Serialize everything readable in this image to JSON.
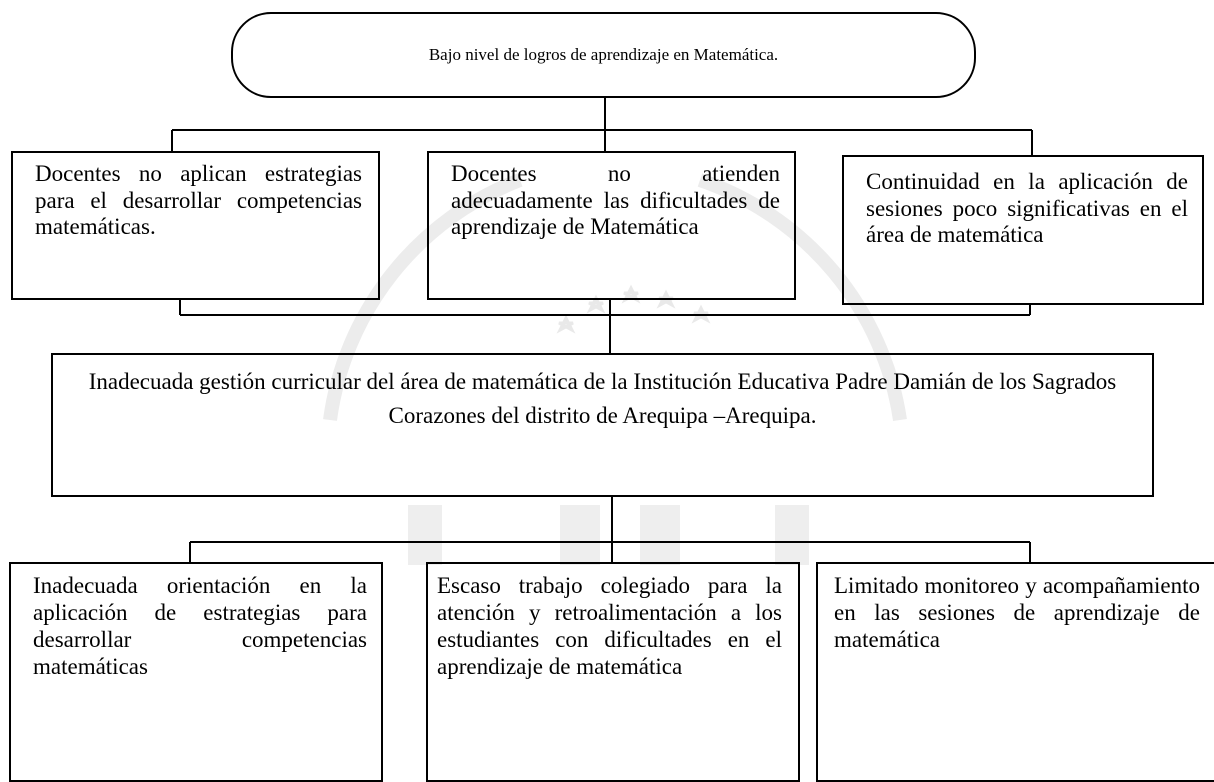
{
  "effect": {
    "text": "Bajo nivel de logros de aprendizaje en Matemática."
  },
  "causes": [
    {
      "text": "Docentes no aplican estrategias para el desarrollar competencias matemáticas."
    },
    {
      "text": "Docentes no atienden adecuadamente las dificultades de aprendizaje de Matemática"
    },
    {
      "text": "Continuidad en la aplicación de sesiones poco significativas en el área de matemática"
    }
  ],
  "problem": {
    "text": "Inadecuada gestión curricular del área de matemática de la Institución Educativa Padre Damián de los Sagrados Corazones del distrito de Arequipa –Arequipa."
  },
  "subcauses": [
    {
      "text": "Inadecuada orientación en la aplicación de estrategias para desarrollar competencias matemáticas"
    },
    {
      "text": "Escaso trabajo colegiado para la atención y retroalimentación a los estudiantes con dificultades en el aprendizaje de matemática"
    },
    {
      "text": "Limitado monitoreo y acompañamiento en las sesiones de aprendizaje de matemática"
    }
  ],
  "colors": {
    "line": "#000000",
    "watermark": "#e6e6e6"
  }
}
